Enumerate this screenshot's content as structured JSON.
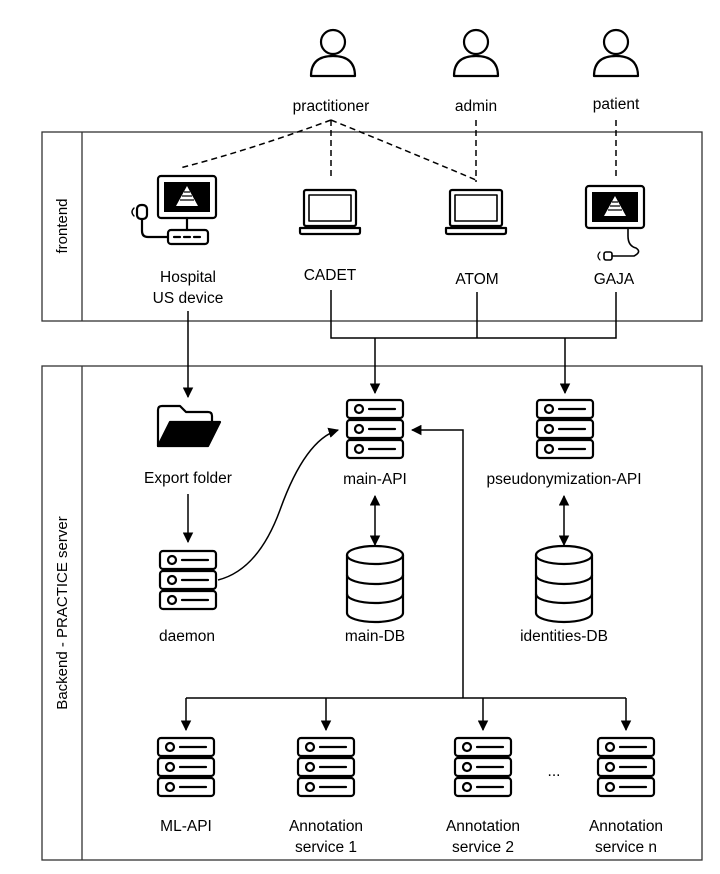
{
  "sections": {
    "frontend": "frontend",
    "backend": "Backend - PRACTICE server"
  },
  "users": {
    "practitioner": "practitioner",
    "admin": "admin",
    "patient": "patient"
  },
  "frontend_nodes": {
    "hospital_line1": "Hospital",
    "hospital_line2": "US device",
    "cadet": "CADET",
    "atom": "ATOM",
    "gaja": "GAJA"
  },
  "backend_nodes": {
    "export_folder": "Export folder",
    "main_api": "main-API",
    "pseudonymization_api": "pseudonymization-API",
    "daemon": "daemon",
    "main_db": "main-DB",
    "identities_db": "identities-DB",
    "ml_api": "ML-API",
    "annotation1_line1": "Annotation",
    "annotation1_line2": "service 1",
    "annotation2_line1": "Annotation",
    "annotation2_line2": "service 2",
    "annotationn_line1": "Annotation",
    "annotationn_line2": "service n",
    "ellipsis": "..."
  }
}
